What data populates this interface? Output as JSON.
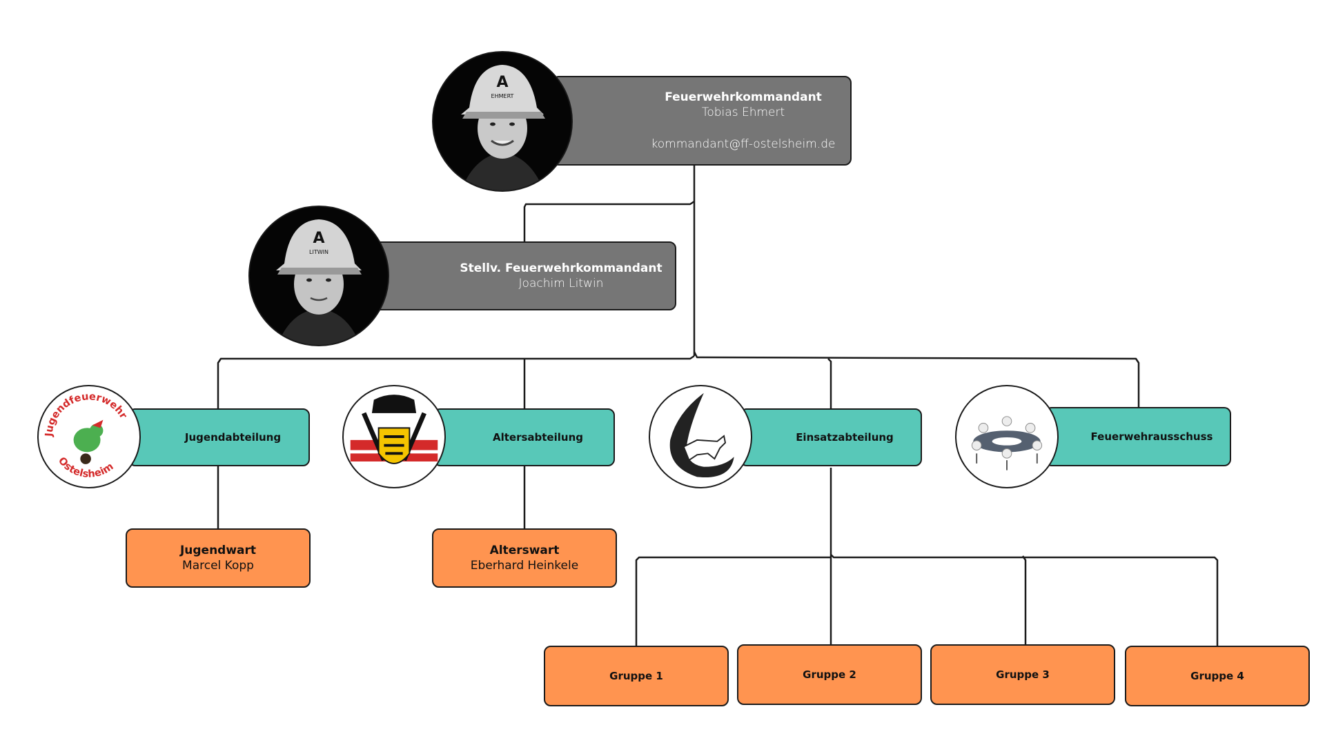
{
  "colors": {
    "gray": "#767676",
    "teal": "#58c8b8",
    "orange": "#ff9450",
    "line": "#1a1a1a"
  },
  "commander": {
    "title": "Feuerwehrkommandant",
    "name": "Tobias Ehmert",
    "email": "kommandant@ff-ostelsheim.de",
    "helmet_letter": "A",
    "helmet_name": "EHMERT"
  },
  "deputy": {
    "title": "Stellv. Feuerwehrkommandant",
    "name": "Joachim Litwin",
    "helmet_letter": "A",
    "helmet_name": "LITWIN"
  },
  "departments": [
    {
      "label": "Jugendabteilung",
      "icon": "youth-fire-brigade-logo-icon",
      "logo_text_top": "Jugendfeuerwehr",
      "logo_text_bottom": "Ostelsheim"
    },
    {
      "label": "Altersabteilung",
      "icon": "fire-brigade-crest-icon"
    },
    {
      "label": "Einsatzabteilung",
      "icon": "flame-lion-icon"
    },
    {
      "label": "Feuerwehrausschuss",
      "icon": "meeting-table-icon"
    }
  ],
  "wardens": [
    {
      "title": "Jugendwart",
      "name": "Marcel Kopp"
    },
    {
      "title": "Alterswart",
      "name": "Eberhard Heinkele"
    }
  ],
  "groups": [
    "Gruppe 1",
    "Gruppe 2",
    "Gruppe 3",
    "Gruppe 4"
  ]
}
